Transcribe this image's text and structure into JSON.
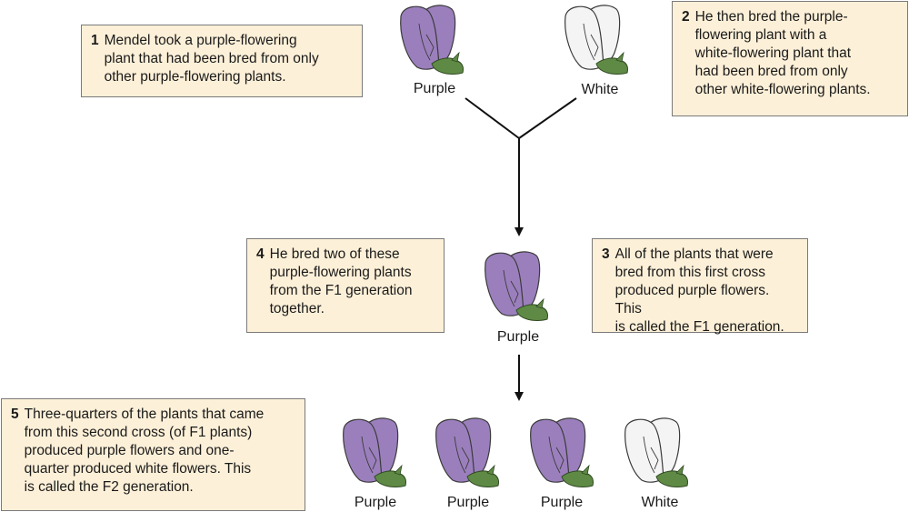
{
  "steps": [
    {
      "num": "1",
      "text": "Mendel took a purple-flowering\nplant that had been bred from only\nother purple-flowering plants."
    },
    {
      "num": "2",
      "text": "He then bred the purple-\nflowering plant with a\nwhite-flowering plant that\nhad been bred from only\nother white-flowering plants."
    },
    {
      "num": "3",
      "text": "All of the plants that were\nbred from this first cross\nproduced purple flowers. This\nis called the F1 generation."
    },
    {
      "num": "4",
      "text": "He bred two of these\npurple-flowering plants\nfrom the F1 generation\ntogether."
    },
    {
      "num": "5",
      "text": "Three-quarters of the plants that came\nfrom this second cross (of F1 plants)\nproduced purple flowers and one-\nquarter produced white flowers. This\nis called the F2 generation."
    }
  ],
  "flowers": {
    "parent_purple": "Purple",
    "parent_white": "White",
    "f1": "Purple",
    "f2": [
      "Purple",
      "Purple",
      "Purple",
      "White"
    ]
  },
  "colors": {
    "purple_petal": "#9b7fbd",
    "white_petal": "#f4f4f4",
    "sepal": "#5f8a45",
    "box_fill": "#fdf0d8"
  }
}
